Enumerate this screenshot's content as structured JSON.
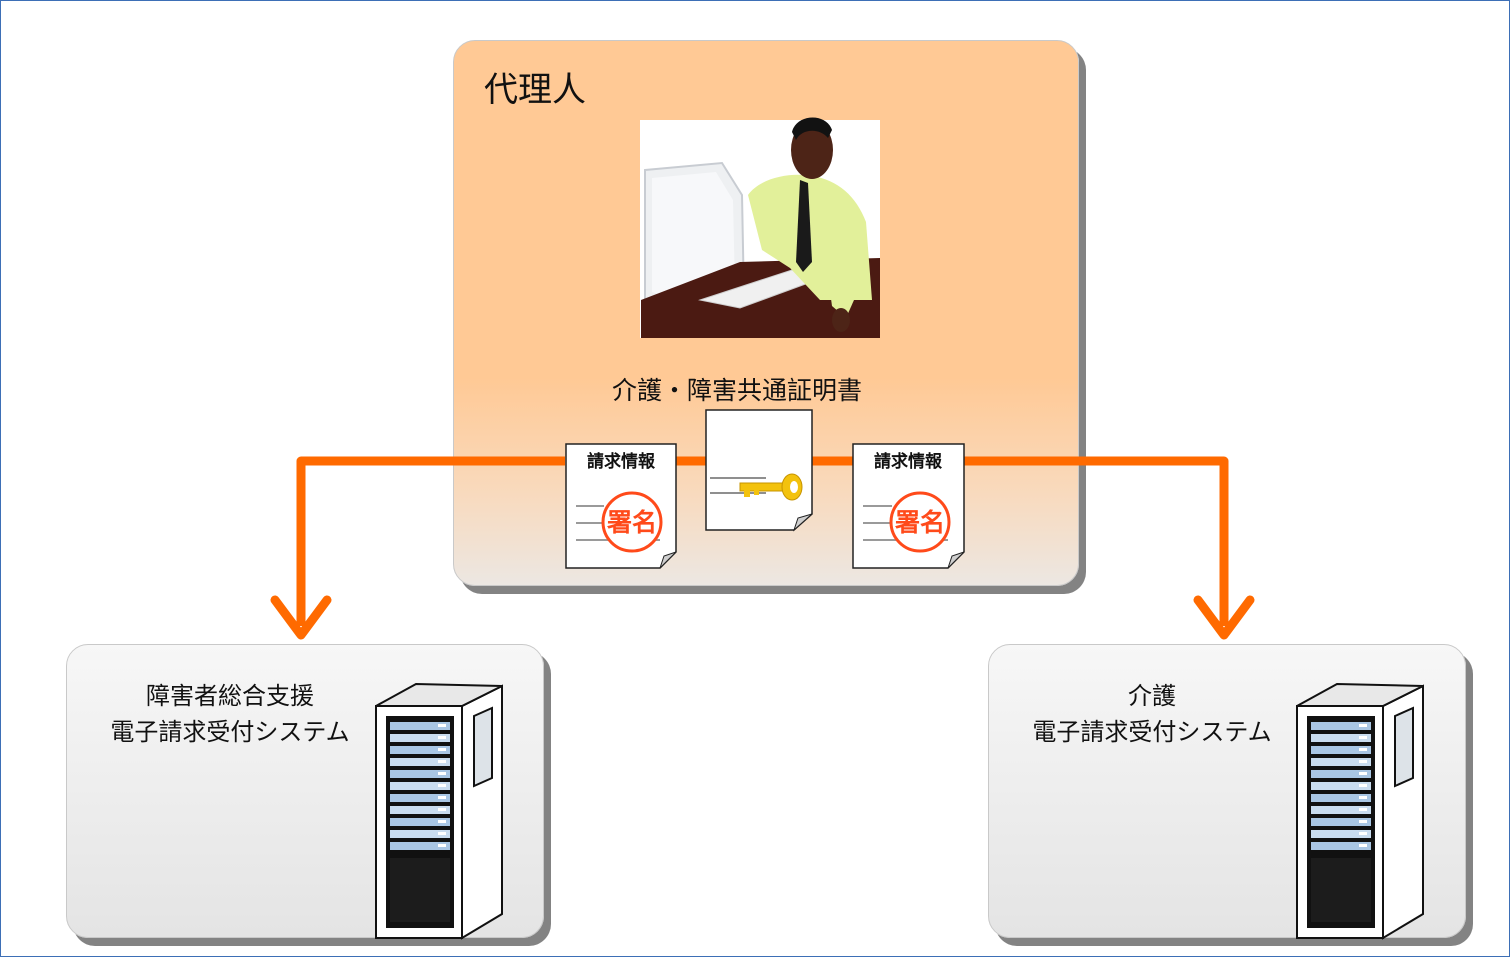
{
  "agent": {
    "title": "代理人",
    "certificate_label": "介護・障害共通証明書"
  },
  "documents": [
    {
      "label": "請求情報",
      "stamp": "署名"
    },
    {
      "label": "請求情報",
      "stamp": "署名"
    }
  ],
  "systems": [
    {
      "line1": "障害者総合支援",
      "line2": "電子請求受付システム"
    },
    {
      "line1": "介護",
      "line2": "電子請求受付システム"
    }
  ],
  "colors": {
    "agent_box": "#ffc995",
    "arrow": "#ff6a00",
    "stamp": "#ff4a1a",
    "key": "#f3c20d",
    "frame": "#3d6fb6"
  },
  "icons": [
    "person-at-computer-icon",
    "key-icon",
    "server-rack-icon"
  ]
}
